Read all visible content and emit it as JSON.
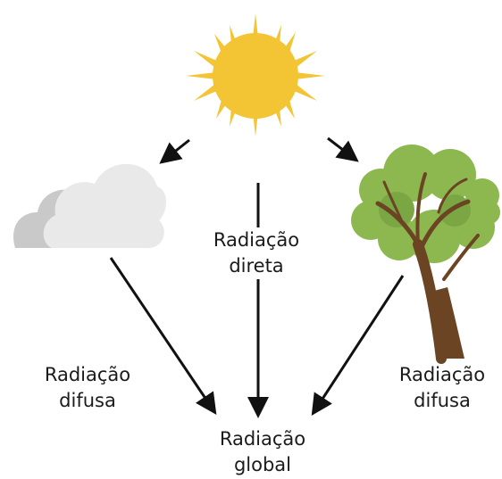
{
  "labels": {
    "direct": {
      "line1": "Radiação",
      "line2": "direta"
    },
    "diffuse_left": {
      "line1": "Radiação",
      "line2": "difusa"
    },
    "diffuse_right": {
      "line1": "Radiação",
      "line2": "difusa"
    },
    "global": {
      "line1": "Radiação",
      "line2": "global"
    }
  },
  "colors": {
    "sun": "#f3c433",
    "cloud_front": "#e9e9e9",
    "cloud_back": "#c9c9c9",
    "tree_foliage": "#8cb84f",
    "tree_foliage_dark": "#6f9a3b",
    "tree_trunk": "#6b4423",
    "arrow": "#111111"
  },
  "icons": {
    "sun": "sun-icon",
    "cloud": "cloud-icon",
    "tree": "tree-icon"
  }
}
